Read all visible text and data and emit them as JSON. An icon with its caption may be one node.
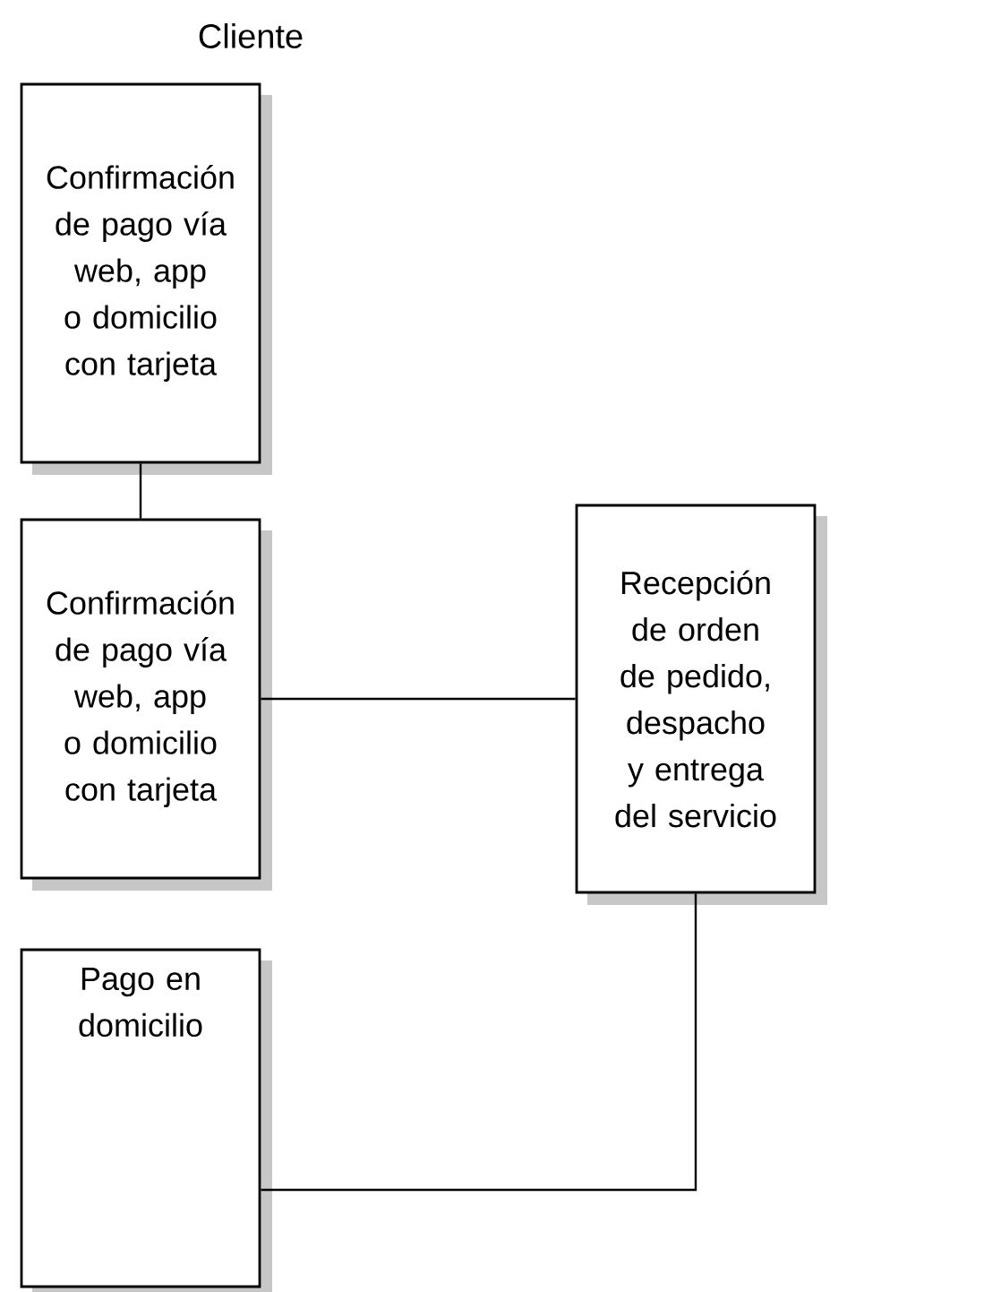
{
  "diagram": {
    "nodes": [
      {
        "text": [
          "Confirmación de pago vía web, app o domicilio con tarjeta"
        ]
      },
      {
        "text": [
          "Confirmación de pago vía web, app o domicilio con tarjeta"
        ]
      },
      {
        "text": [
          "Recepción de orden de pedido, despacho y entrega del servicio"
        ]
      },
      {
        "text": [
          "Pago en domicilio"
        ]
      }
    ],
    "edges": [
      {
        "from": 0,
        "to": 1,
        "arrow": "none"
      },
      {
        "from": 1,
        "to": 2,
        "arrow": "none"
      },
      {
        "from": 2,
        "to": 3,
        "arrow": "none"
      }
    ],
    "labels": [
      "Cliente"
    ]
  }
}
